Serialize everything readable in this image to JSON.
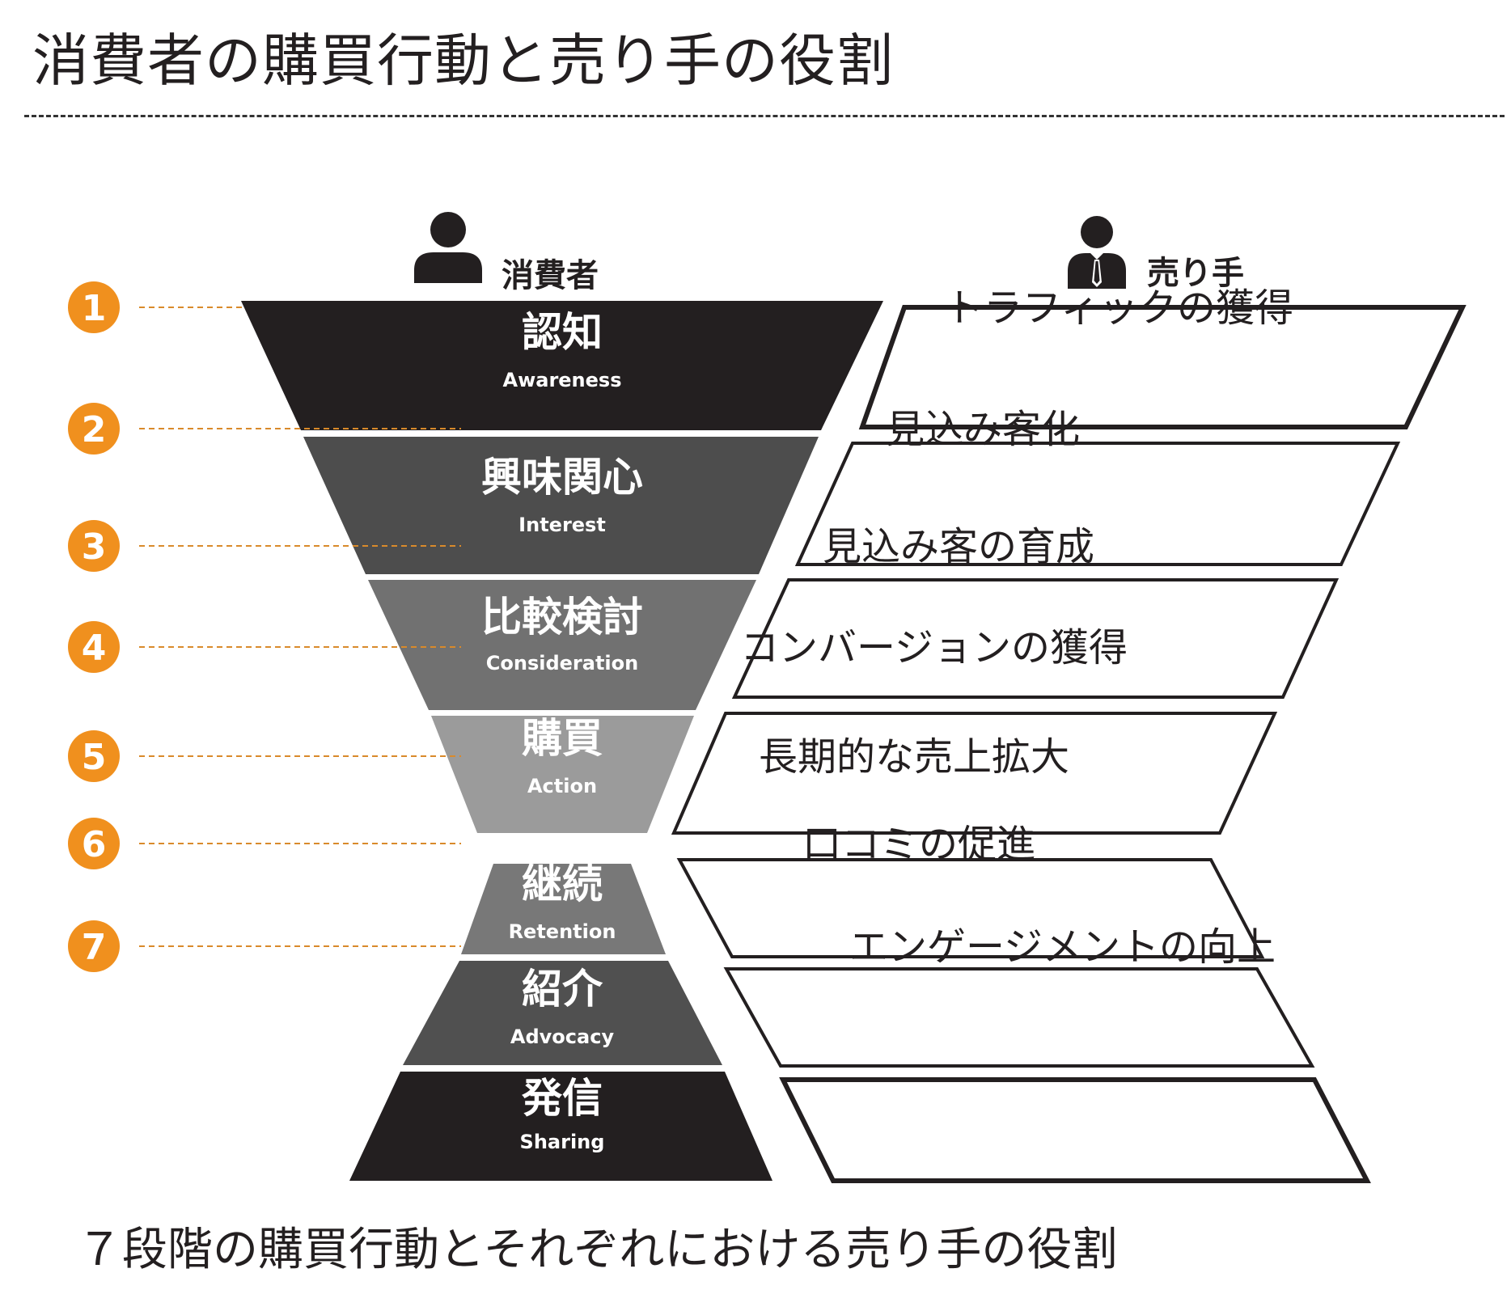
{
  "title": "消費者の購買行動と売り手の役割",
  "caption": "７段階の購買行動とそれぞれにおける売り手の役割",
  "consumer_header": {
    "label": "消費者",
    "icon": "person-icon"
  },
  "seller_header": {
    "label": "売り手",
    "icon": "businessman-icon"
  },
  "colors": {
    "number_badge": "#f0901e",
    "leader_line": "#d98a2b",
    "text_dark": "#231f20",
    "stage_dark": "#231f20",
    "stage_mid": "#4a4a4a",
    "stage_light": "#7a7a7a",
    "stage_lighter": "#9a9a9a"
  },
  "stages": [
    {
      "number": "1",
      "label_ja": "認知",
      "label_en": "Awareness",
      "role": "トラフィックの獲得",
      "color": "#231f20"
    },
    {
      "number": "2",
      "label_ja": "興味関心",
      "label_en": "Interest",
      "role": "見込み客化",
      "color": "#4d4d4d"
    },
    {
      "number": "3",
      "label_ja": "比較検討",
      "label_en": "Consideration",
      "role": "見込み客の育成",
      "color": "#717171"
    },
    {
      "number": "4",
      "label_ja": "購買",
      "label_en": "Action",
      "role": "コンバージョンの獲得",
      "color": "#9b9b9b"
    },
    {
      "number": "5",
      "label_ja": "継続",
      "label_en": "Retention",
      "role": "長期的な売上拡大",
      "color": "#787878"
    },
    {
      "number": "6",
      "label_ja": "紹介",
      "label_en": "Advocacy",
      "role": "口コミの促進",
      "color": "#505050"
    },
    {
      "number": "7",
      "label_ja": "発信",
      "label_en": "Sharing",
      "role": "エンゲージメントの向上",
      "color": "#231f20"
    }
  ]
}
